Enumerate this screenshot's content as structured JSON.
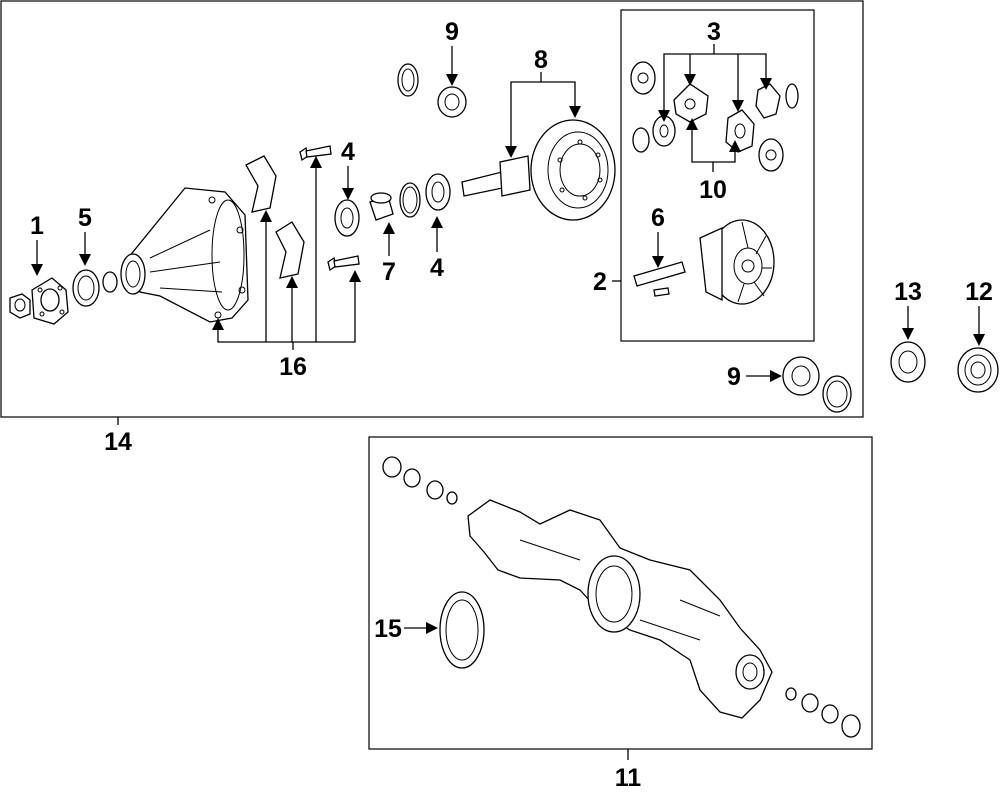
{
  "labels": {
    "c1": "1",
    "c2": "2",
    "c3": "3",
    "c4a": "4",
    "c4b": "4",
    "c5": "5",
    "c6": "6",
    "c7": "7",
    "c8": "8",
    "c9a": "9",
    "c9b": "9",
    "c10": "10",
    "c11": "11",
    "c12": "12",
    "c13": "13",
    "c14": "14",
    "c15": "15",
    "c16": "16"
  },
  "colors": {
    "ink": "#000000",
    "paper": "#ffffff"
  }
}
